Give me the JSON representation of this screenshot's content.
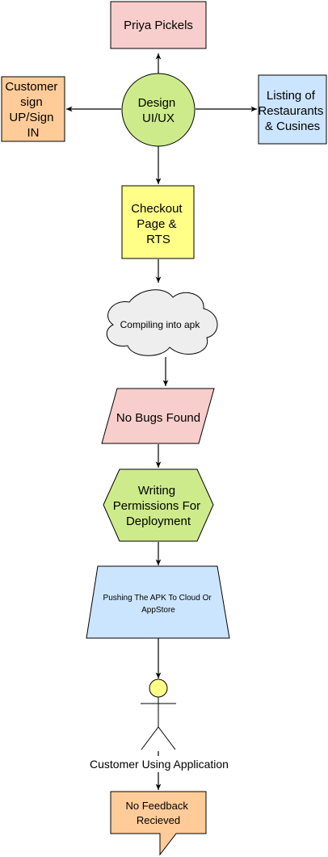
{
  "colors": {
    "pink": "#f8cecc",
    "green": "#cdeb8b",
    "orange": "#ffcc99",
    "blue": "#cce5ff",
    "yellow": "#ffff88",
    "gray": "#eeeeee",
    "stroke": "#000000",
    "head": "#ffff88"
  },
  "nodes": {
    "brand": "Priya Pickels",
    "design": [
      "Design",
      "UI/UX"
    ],
    "signin": [
      "Customer",
      "sign",
      "UP/Sign",
      "IN"
    ],
    "listing": [
      "Listing of",
      "Restaurants",
      "& Cusines"
    ],
    "checkout": [
      "Checkout",
      "Page &",
      "RTS"
    ],
    "compiling": "Compiling into apk",
    "nobugs": "No Bugs Found",
    "permissions": [
      "Writing",
      "Permissions For",
      "Deployment"
    ],
    "pushing": [
      "Pushing The APK To Cloud Or",
      "AppStore"
    ],
    "actor_label": "Customer Using Application",
    "feedback": [
      "No Feedback",
      "Recieved"
    ]
  },
  "icons": {
    "actor": "stick-figure-icon"
  }
}
